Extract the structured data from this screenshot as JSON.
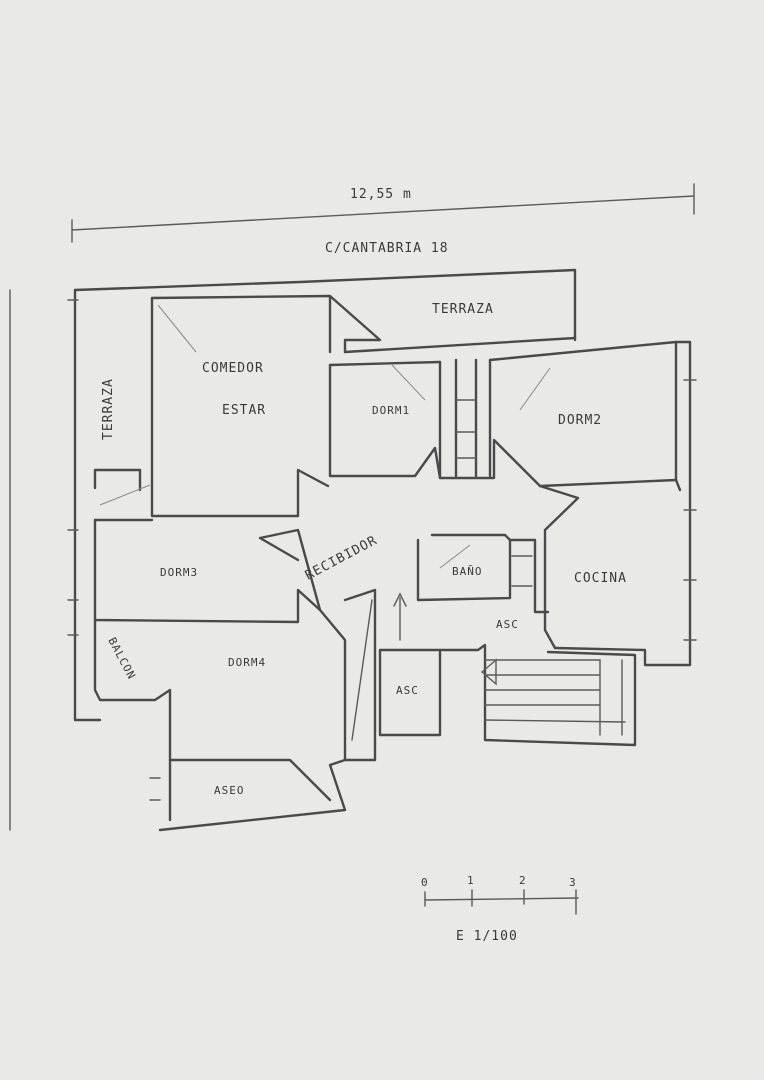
{
  "dimension": "12,55 m",
  "street": "C/CANTABRIA 18",
  "rooms": {
    "terraza_top": "TERRAZA",
    "terraza_left": "TERRAZA",
    "comedor": "COMEDOR",
    "estar": "ESTAR",
    "dorm1": "DORM1",
    "dorm2": "DORM2",
    "dorm3": "DORM3",
    "dorm4": "DORM4",
    "recibidor": "RECIBIDOR",
    "bano": "BAÑO",
    "cocina": "COCINA",
    "asc_right": "ASC",
    "asc_left": "ASC",
    "aseo": "ASEO",
    "balcon": "BALCON"
  },
  "scale": {
    "ticks": [
      "0",
      "1",
      "2",
      "3"
    ],
    "label": "E 1/100"
  }
}
